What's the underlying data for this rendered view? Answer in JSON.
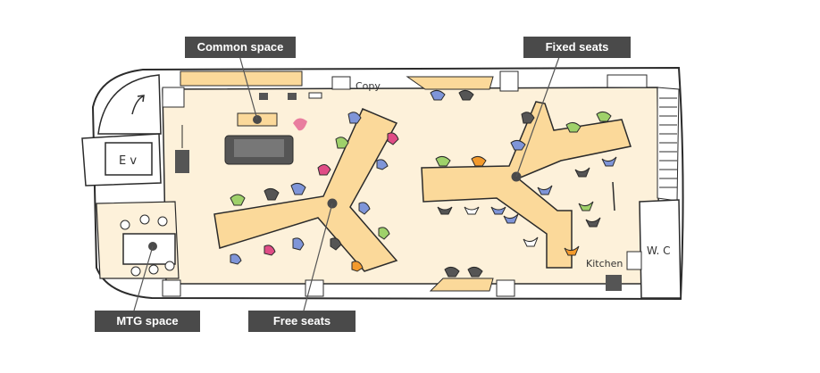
{
  "labels": {
    "common_space": "Common space",
    "fixed_seats": "Fixed seats",
    "mtg_space": "MTG space",
    "free_seats": "Free seats",
    "copy": "Copy",
    "ev": "E v",
    "wc": "W. C",
    "kitchen": "Kitchen"
  },
  "colors": {
    "floor": "#fdf1da",
    "desk": "#fbd99a",
    "outline": "#2b2b2b",
    "callout_bg": "#4a4a4a",
    "chair_blue": "#7f95d8",
    "chair_green": "#9fd16a",
    "chair_pink": "#e04c86",
    "chair_orange": "#f39a2c",
    "chair_gray": "#555555",
    "chair_white": "#ffffff"
  }
}
